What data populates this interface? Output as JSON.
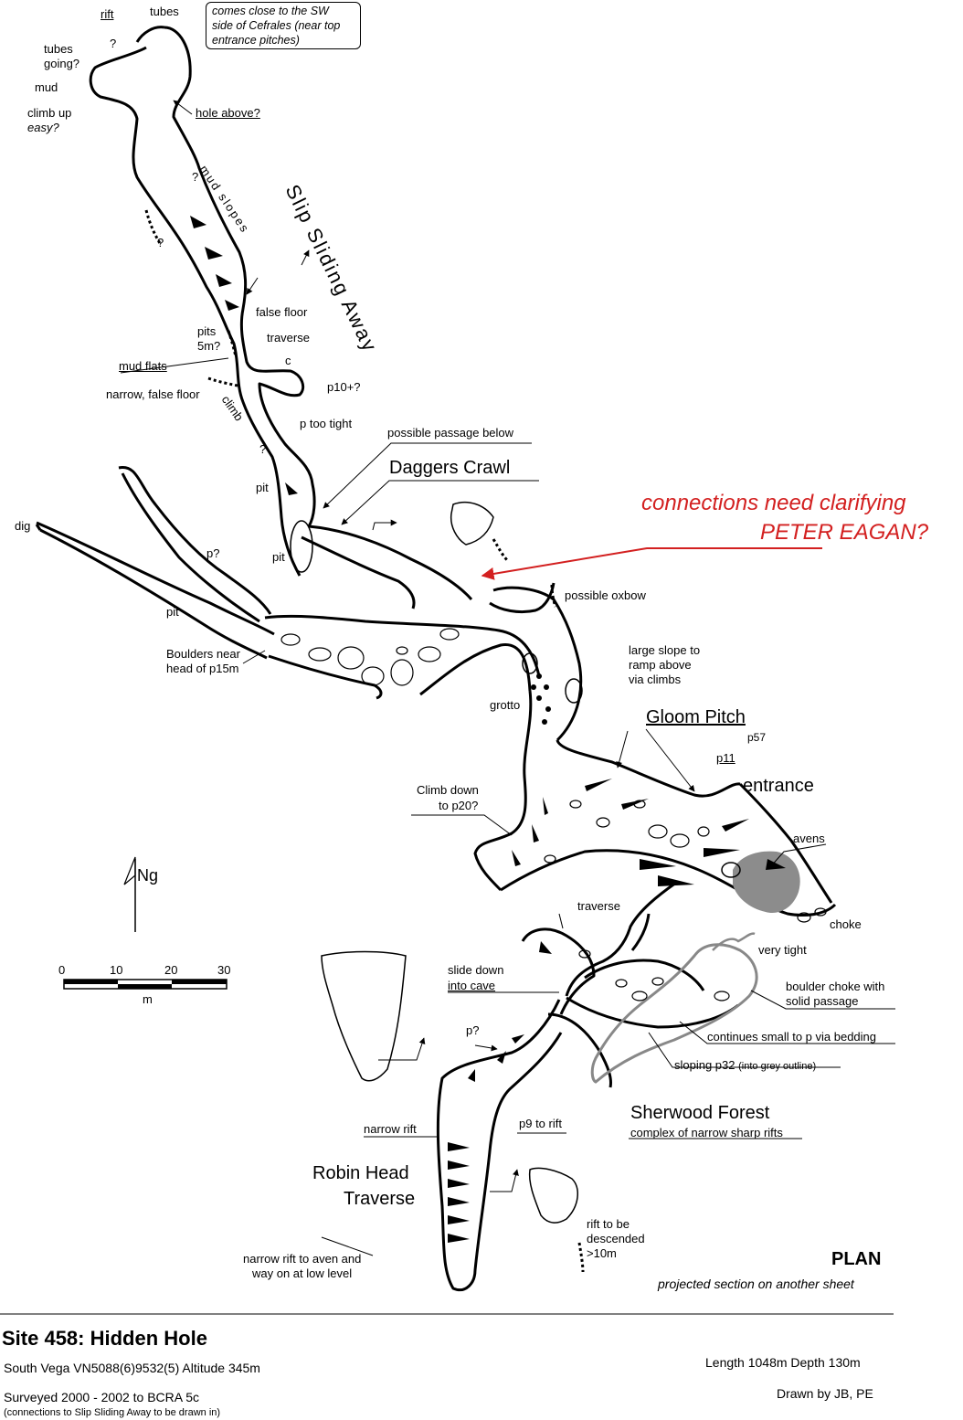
{
  "note_box": [
    "comes close to the SW",
    "side of Cefrales (near top",
    "entrance pitches)"
  ],
  "passage_name_slip": "Slip Sliding Away",
  "labels": {
    "rift": "rift",
    "tubes": "tubes",
    "q1": "?",
    "tubes_going_1": "tubes",
    "tubes_going_2": "going?",
    "mud": "mud",
    "climb_up_1": "climb up",
    "climb_up_2": "easy?",
    "hole_above": "hole above?",
    "mud_slopes": "mud slopes",
    "q2": "?",
    "q3": "?",
    "false_floor": "false floor",
    "pits_1": "pits",
    "pits_2": "5m?",
    "traverse_top": "traverse",
    "mud_flats": "mud flats",
    "c": "c",
    "p10": "p10+?",
    "narrow_false_floor": "narrow, false floor",
    "climb": "climb",
    "p_too_tight": "p too tight",
    "q4": "?",
    "possible_passage_below": "possible passage below",
    "daggers_crawl": "Daggers Crawl",
    "pit1": "pit",
    "dig": "dig",
    "p_q": "p?",
    "pit2": "pit",
    "pit3": "pit",
    "connections_1": "connections need clarifying",
    "connections_2": "PETER EAGAN?",
    "possible_oxbow": "possible oxbow",
    "boulders_1": "Boulders near",
    "boulders_2": "head of p15m",
    "large_slope_1": "large slope to",
    "large_slope_2": "ramp above",
    "large_slope_3": "via climbs",
    "grotto": "grotto",
    "gloom_pitch": "Gloom Pitch",
    "p57": "p57",
    "p11": "p11",
    "entrance": "entrance",
    "climb_down_1": "Climb down",
    "climb_down_2": "to p20?",
    "avens": "avens",
    "traverse_mid": "traverse",
    "choke": "choke",
    "very_tight": "very tight",
    "slide_down_1": "slide down",
    "slide_down_2": "into cave",
    "boulder_choke_1": "boulder choke with",
    "boulder_choke_2": "solid passage",
    "p_q2": "p?",
    "continues_small": "continues small to p via bedding",
    "sloping_p32": "sloping p32",
    "sloping_p32_note": "(into grey outline)",
    "sherwood_forest": "Sherwood Forest",
    "sherwood_sub": "complex of narrow sharp rifts",
    "narrow_rift": "narrow rift",
    "p9": "p9 to rift",
    "robin_1": "Robin Head",
    "robin_2": "Traverse",
    "rift_desc_1": "rift to be",
    "rift_desc_2": "descended",
    "rift_desc_3": ">10m",
    "narrow_rift_aven_1": "narrow rift to aven and",
    "narrow_rift_aven_2": "way on at low level",
    "plan": "PLAN",
    "projected": "projected section on another sheet"
  },
  "north": "Ng",
  "scale": {
    "ticks": [
      "0",
      "10",
      "20",
      "30"
    ],
    "unit": "m"
  },
  "footer": {
    "title": "Site 458: Hidden Hole",
    "location": "South Vega   VN5088(6)9532(5)   Altitude 345m",
    "surveyed": "Surveyed 2000 - 2002  to BCRA 5c",
    "connections_note": "(connections to Slip Sliding Away to be drawn in)",
    "length_depth": "Length 1048m   Depth 130m",
    "drawn_by": "Drawn by JB, PE"
  },
  "colors": {
    "annotation": "#d32020",
    "grey_outline": "#888888",
    "aven_fill": "#8c8c8c"
  }
}
